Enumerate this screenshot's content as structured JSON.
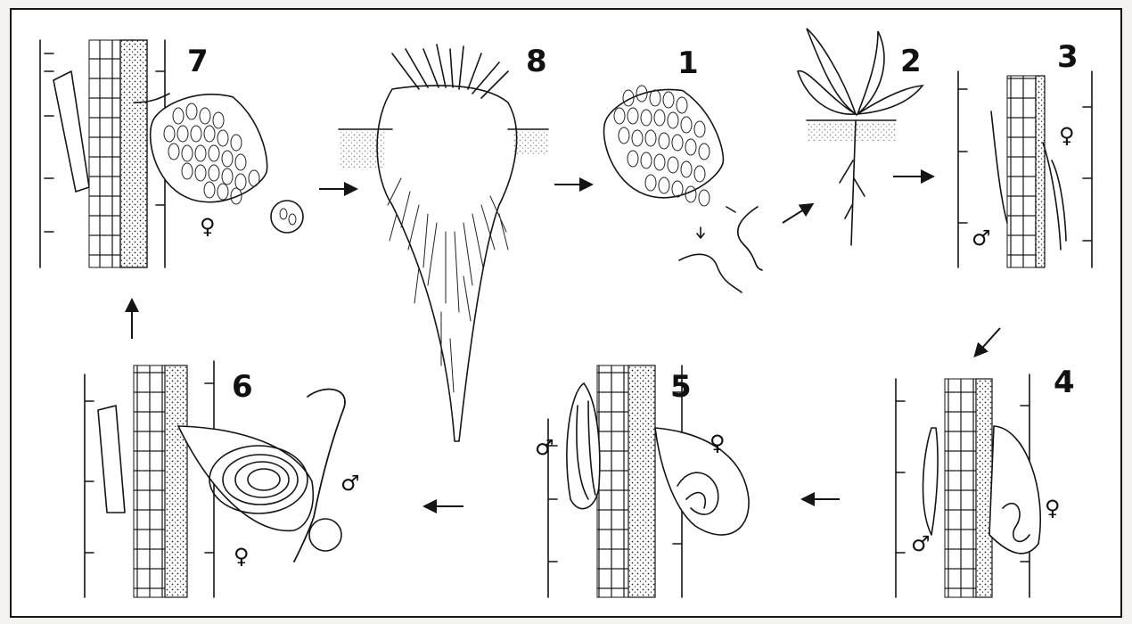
{
  "stages": [
    {
      "id": "1",
      "label": "1"
    },
    {
      "id": "2",
      "label": "2"
    },
    {
      "id": "3",
      "label": "3"
    },
    {
      "id": "4",
      "label": "4"
    },
    {
      "id": "5",
      "label": "5"
    },
    {
      "id": "6",
      "label": "6"
    },
    {
      "id": "7",
      "label": "7"
    },
    {
      "id": "8",
      "label": "8"
    }
  ],
  "symbols": {
    "male": "♂",
    "female": "♀"
  },
  "colors": {
    "ink": "#151515",
    "paper": "#f4f3ef",
    "panel": "#ffffff"
  }
}
